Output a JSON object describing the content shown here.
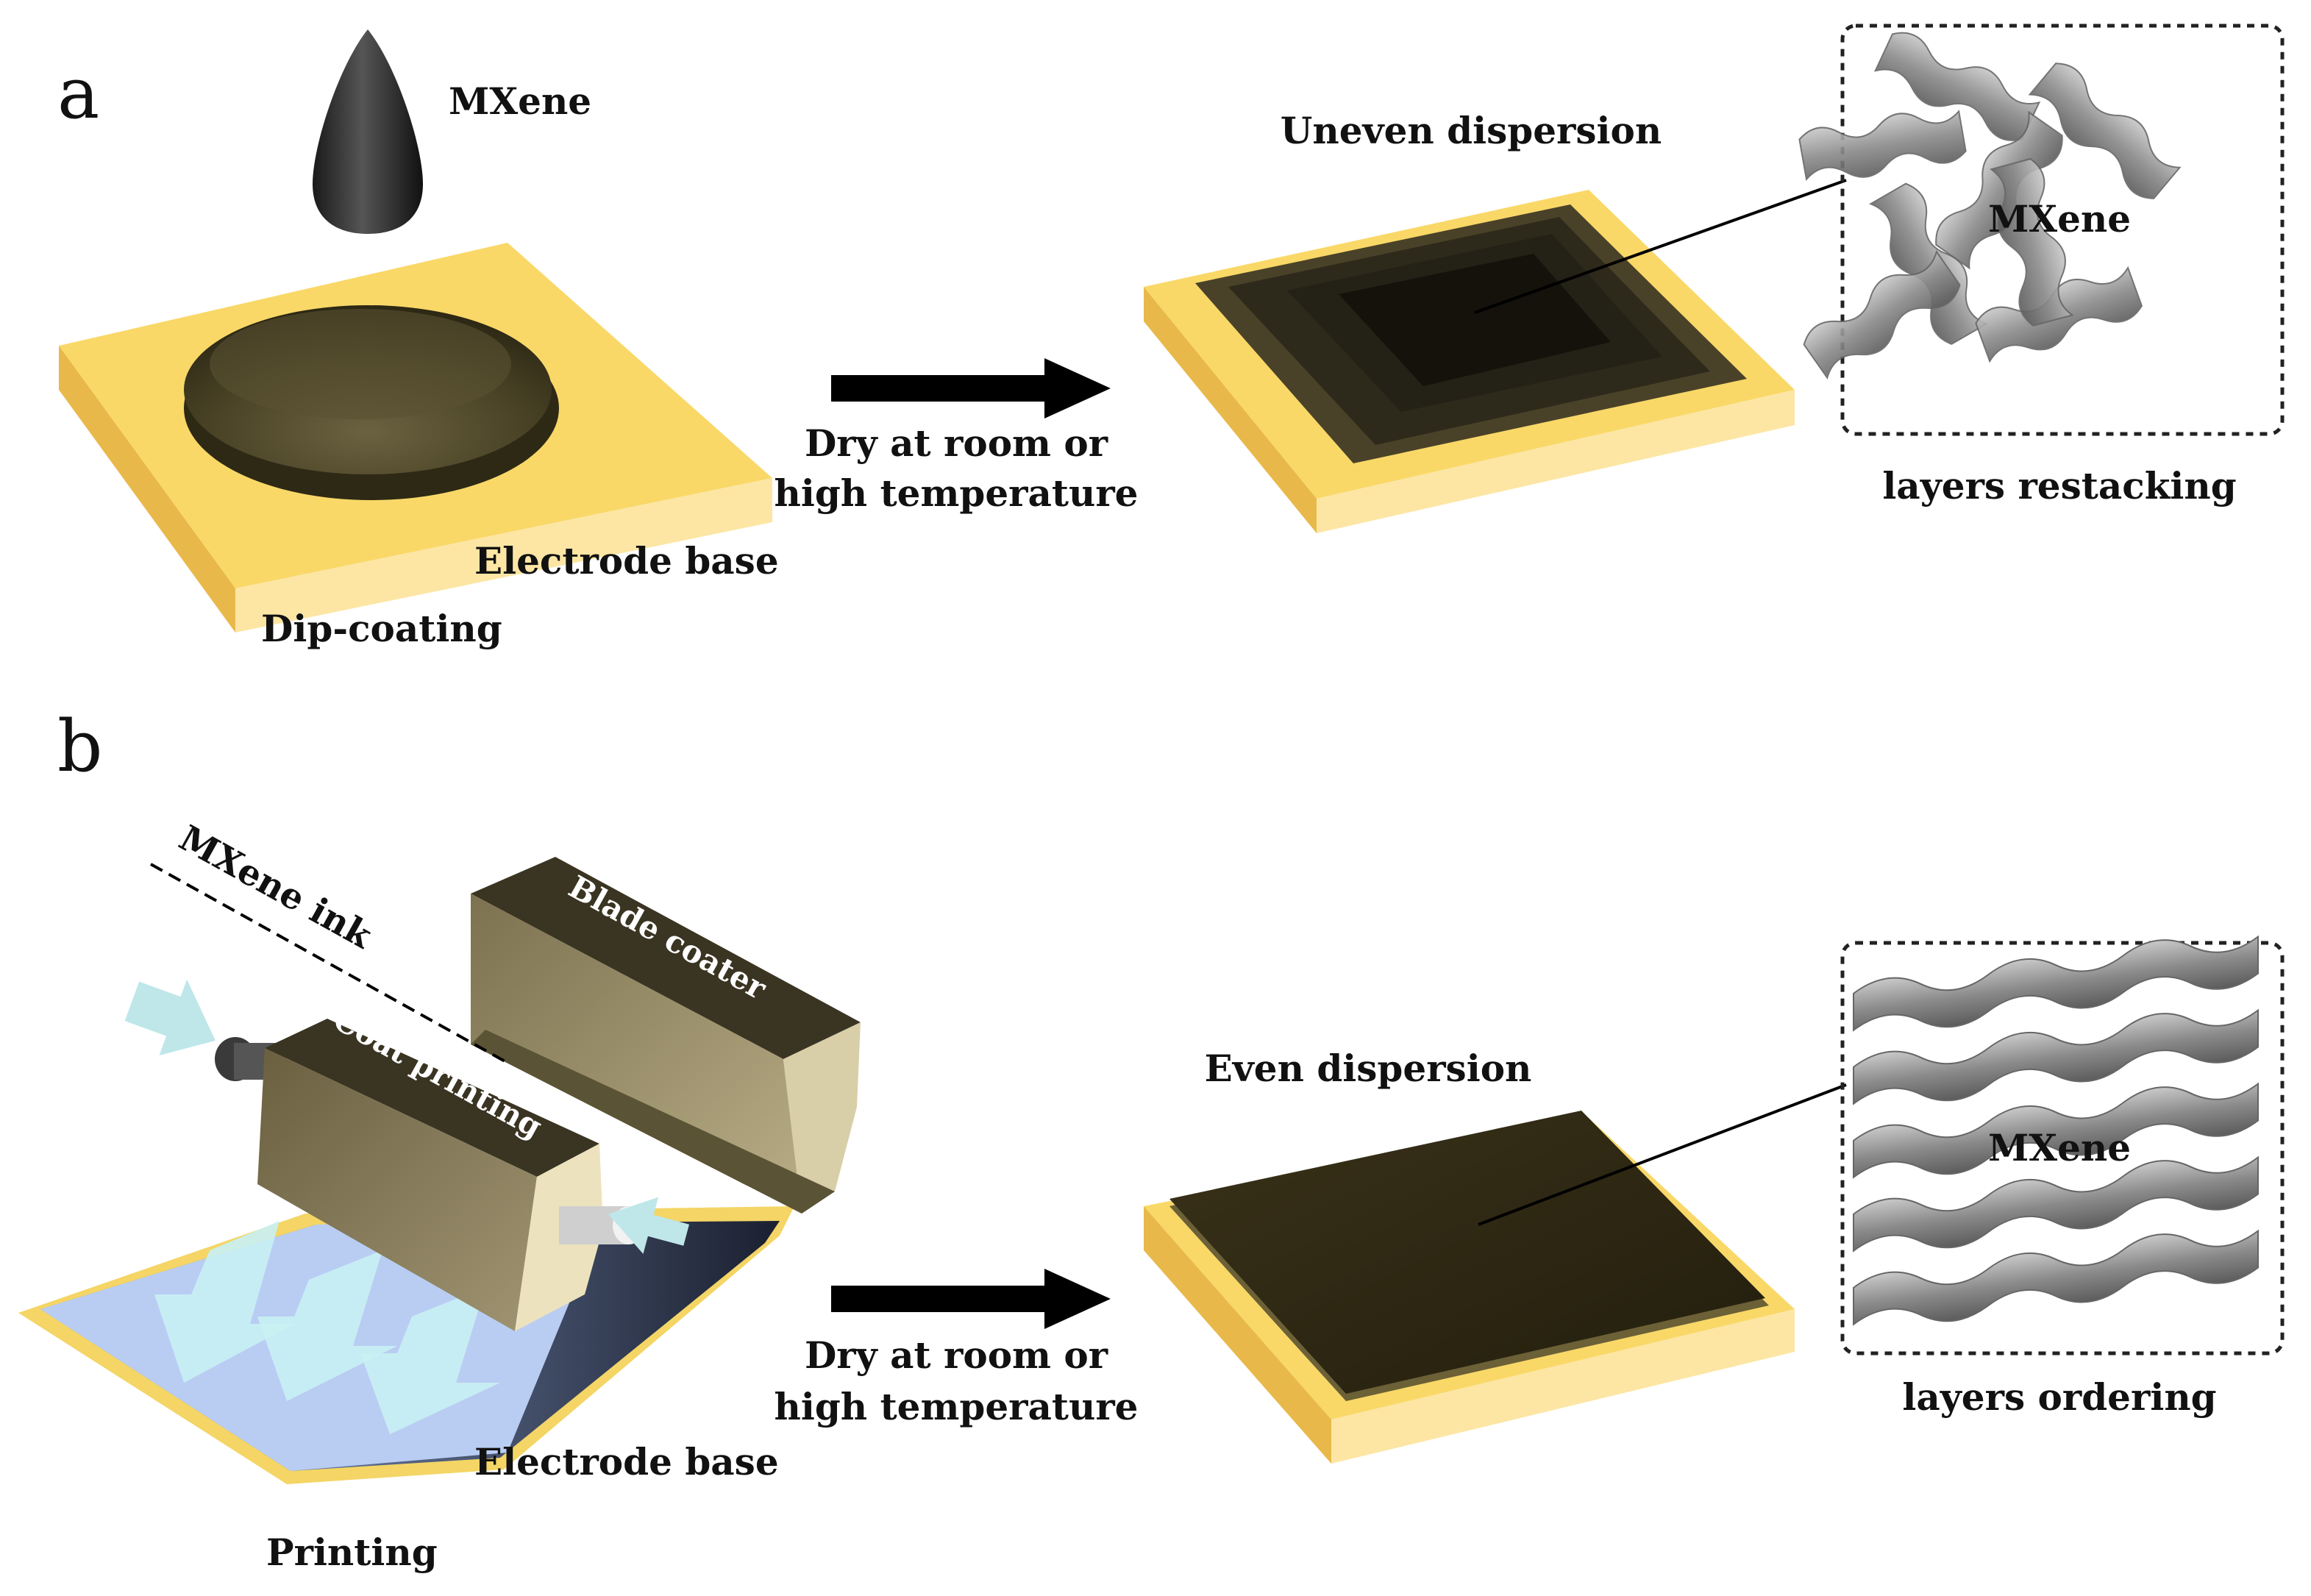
{
  "panel_a": {
    "letter": "a",
    "mxene_label": "MXene",
    "electrode_label": "Electrode base",
    "method_label": "Dip-coating",
    "dry_line1": "Dry at room or",
    "dry_line2": "high temperature",
    "result_label": "Uneven dispersion",
    "inset_label": "MXene",
    "inset_caption": "layers restacking"
  },
  "panel_b": {
    "letter": "b",
    "ink_label": "MXene ink",
    "blade_label": "Blade coater",
    "roller_label": "Coat printing",
    "electrode_label": "Electrode base",
    "method_label": "Printing",
    "dry_line1": "Dry at room or",
    "dry_line2": "high temperature",
    "result_label": "Even dispersion",
    "inset_label": "MXene",
    "inset_caption": "layers ordering"
  },
  "colors": {
    "gold_top": "#f9d868",
    "gold_side": "#e8b94a",
    "gold_front": "#fde6a4",
    "mxene_dark": "#2b2613",
    "arrow": "#000000",
    "sheet_gray": "#9a9a9a",
    "light_blue_arrow": "#c9f1f4",
    "film_blue": "#b9cdf3"
  }
}
